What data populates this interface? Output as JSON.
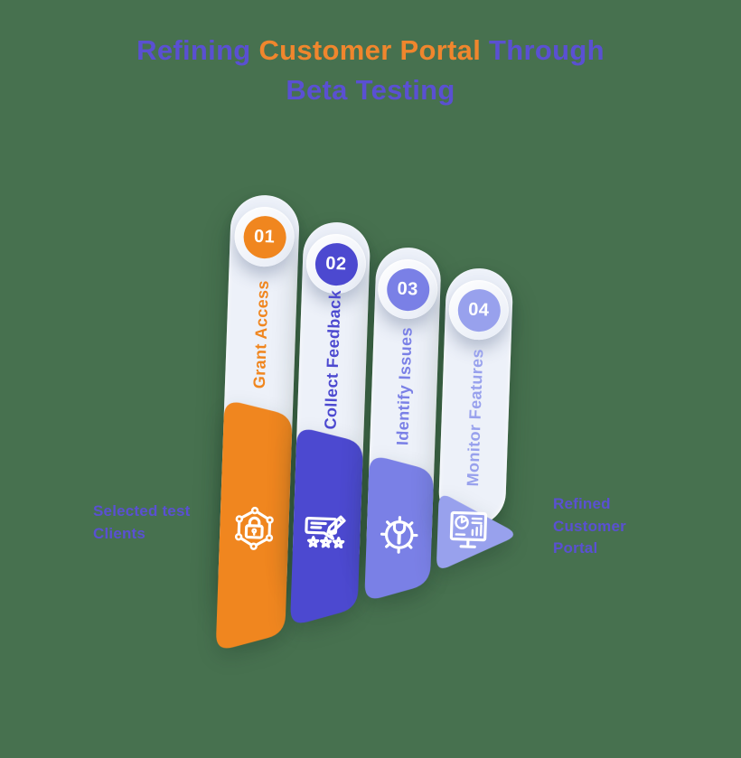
{
  "background_color": "#47714F",
  "pill_background": "#EDF1F9",
  "title": {
    "part1": "Refining ",
    "part2": "Customer Portal",
    "part3": " Through",
    "line2": "Beta Testing",
    "purple": "#5A50D2",
    "orange": "#F0862D"
  },
  "side_labels": {
    "left": "Selected test\nClients",
    "right": "Refined\nCustomer\nPortal",
    "color": "#5A50D2"
  },
  "steps": [
    {
      "number": "01",
      "title": "Grant Access",
      "color": "#F0861F",
      "icon": "secure-access-icon"
    },
    {
      "number": "02",
      "title": "Collect Feedback",
      "color": "#4C49D0",
      "icon": "feedback-rating-icon"
    },
    {
      "number": "03",
      "title": "Identify Issues",
      "color": "#7A80E6",
      "icon": "gear-wrench-icon"
    },
    {
      "number": "04",
      "title": "Monitor Features",
      "color": "#98A1ED",
      "icon": "monitor-analytics-icon"
    }
  ]
}
